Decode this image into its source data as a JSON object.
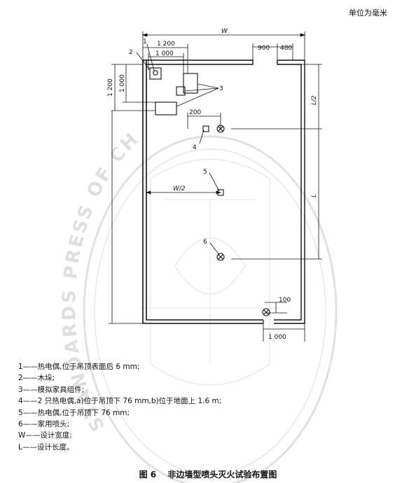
{
  "unit_label": "单位为毫米",
  "dimensions": {
    "width_symbol": "W",
    "d1200_top": "1 200",
    "d1000_top": "1 000",
    "d900": "900",
    "d480": "480",
    "d1200_left": "1 200",
    "d1000_left": "1 000",
    "half_length": "L/2",
    "length": "L",
    "d200": "200",
    "half_width": "W/2",
    "d100": "100",
    "d1000_bottom": "1 000"
  },
  "callouts": [
    "1",
    "2",
    "3",
    "4",
    "5",
    "6"
  ],
  "legend": [
    "1——热电偶,位于吊顶表面后 6 mm;",
    "2——木垛;",
    "3——模拟家具组件;",
    "4——2 只热电偶,a)位于吊顶下 76 mm,b)位于地面上 1.6 m;",
    "5——热电偶,位于吊顶下 76 mm;",
    "6——家用喷头;",
    "W——设计宽度;",
    "L——设计长度。"
  ],
  "caption": {
    "number": "图 6",
    "title": "非边墙型喷头灭火试验布置图"
  },
  "watermark": {
    "text": "STANDARDS PRESS OF CHINA",
    "color": "#c9c9c9"
  }
}
